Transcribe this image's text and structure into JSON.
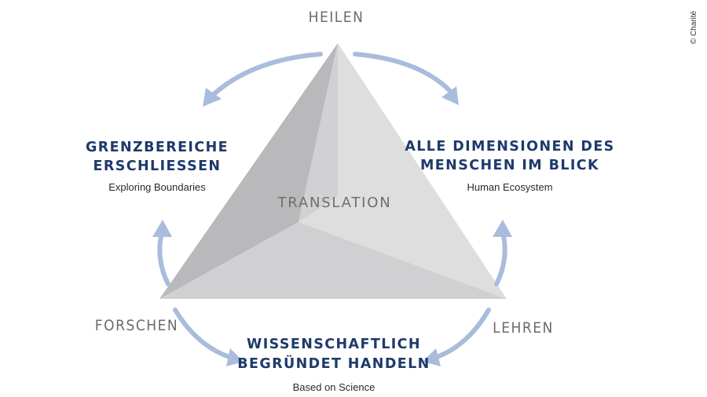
{
  "vertices": {
    "top": "HEILEN",
    "left": "FORSCHEN",
    "right": "LEHREN"
  },
  "center": "TRANSLATION",
  "sides": {
    "left": {
      "heading_line1": "GRENZBEREICHE",
      "heading_line2": "ERSCHLIESSEN",
      "subtitle": "Exploring Boundaries"
    },
    "right": {
      "heading_line1": "ALLE DIMENSIONEN DES",
      "heading_line2": "MENSCHEN IM BLICK",
      "subtitle": "Human Ecosystem"
    },
    "bottom": {
      "heading_line1": "WISSENSCHAFTLICH",
      "heading_line2": "BEGRÜNDET HANDELN",
      "subtitle": "Based on Science"
    }
  },
  "copyright": "© Charité",
  "colors": {
    "heading": "#1e3a6b",
    "arrow": "#a9bcdc",
    "face_left": "#b8b8ba",
    "face_right": "#dcdcde",
    "face_bottom": "#cfcfd1"
  }
}
